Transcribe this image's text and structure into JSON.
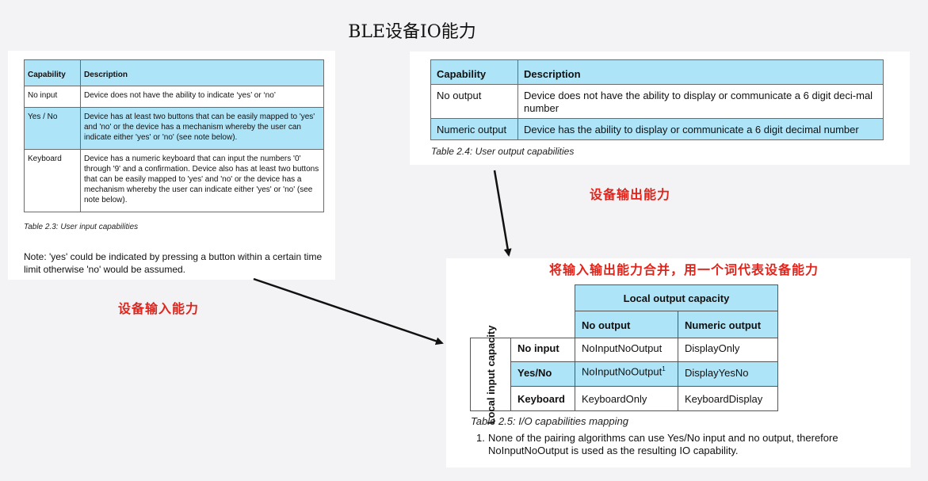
{
  "title": "BLE设备IO能力",
  "input_panel": {
    "headers": [
      "Capability",
      "Description"
    ],
    "rows": [
      {
        "cap": "No input",
        "desc": "Device does not have the ability to indicate ‘yes’ or ‘no’"
      },
      {
        "cap": "Yes / No",
        "desc": "Device has at least two buttons that can be easily mapped to 'yes' and 'no' or the device has a mechanism whereby the user can indicate either 'yes' or 'no' (see note below)."
      },
      {
        "cap": "Keyboard",
        "desc": "Device has a numeric keyboard that can input the numbers '0' through '9' and a confirmation. Device also has at least two buttons that can be easily mapped to 'yes' and 'no' or the device has a mechanism whereby the user can indicate either 'yes' or 'no' (see note below)."
      }
    ],
    "caption": "Table 2.3:  User input capabilities",
    "note": "Note: 'yes' could be indicated by pressing a button within a certain time limit otherwise 'no' would be assumed."
  },
  "output_panel": {
    "headers": [
      "Capability",
      "Description"
    ],
    "rows": [
      {
        "cap": "No output",
        "desc": "Device does not have the ability to display or communicate a 6 digit deci-mal number"
      },
      {
        "cap": "Numeric output",
        "desc": "Device has the ability to display or communicate a 6 digit decimal number"
      }
    ],
    "caption": "Table 2.4:  User output capabilities"
  },
  "mapping_panel": {
    "header_top": "Local output capacity",
    "col_headers": [
      "No output",
      "Numeric output"
    ],
    "row_group_label": "Local input capacity",
    "rows": [
      {
        "label": "No input",
        "no_output": "NoInputNoOutput",
        "no_output_sup": "",
        "numeric": "DisplayOnly"
      },
      {
        "label": "Yes/No",
        "no_output": "NoInputNoOutput",
        "no_output_sup": "1",
        "numeric": "DisplayYesNo"
      },
      {
        "label": "Keyboard",
        "no_output": "KeyboardOnly",
        "no_output_sup": "",
        "numeric": "KeyboardDisplay"
      }
    ],
    "caption": "Table 2.5:  I/O capabilities mapping",
    "footnote_num": "1.",
    "footnote": "None of the pairing algorithms can use Yes/No input and no output, therefore NoInputNoOutput is used as the resulting IO capability."
  },
  "annotations": {
    "output_label": "设备输出能力",
    "input_label": "设备输入能力",
    "merge_label": "将输入输出能力合并，用一个词代表设备能力"
  },
  "colors": {
    "header_blue": "#aee4f7",
    "annotation_red": "#e0241b"
  }
}
